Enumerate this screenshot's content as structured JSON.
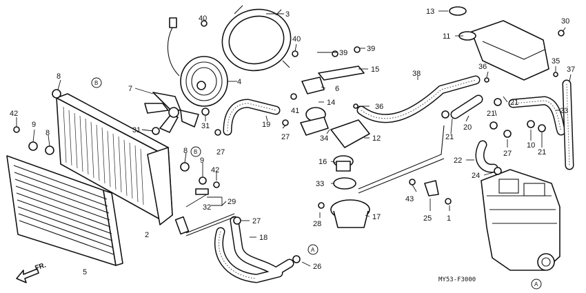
{
  "diagram_code": "MY53-F3000",
  "direction_label": "FR.",
  "callouts": [
    "1",
    "2",
    "3",
    "4",
    "5",
    "6",
    "7",
    "8",
    "9",
    "10",
    "11",
    "12",
    "13",
    "14",
    "15",
    "16",
    "17",
    "18",
    "19",
    "20",
    "21",
    "22",
    "23",
    "24",
    "25",
    "26",
    "27",
    "28",
    "29",
    "30",
    "31",
    "32",
    "33",
    "34",
    "35",
    "36",
    "37",
    "38",
    "39",
    "40",
    "41",
    "42",
    "43"
  ],
  "reference_markers": [
    "A",
    "B"
  ]
}
